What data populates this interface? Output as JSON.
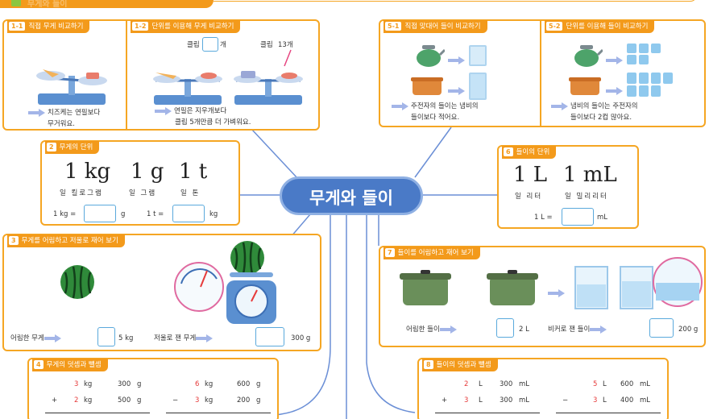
{
  "header": {
    "title": "무게와 들이"
  },
  "center": {
    "label": "무게와 들이"
  },
  "s1_1": {
    "num": "1-1",
    "title": "직접 무게 비교하기",
    "text1": "치즈케는 연필보다",
    "text2": "무거워요."
  },
  "s1_2": {
    "num": "1-2",
    "title": "단위를 이용해 무게 비교하기",
    "clip_label1": "클립",
    "unit1": "개",
    "clip_label2": "클립",
    "count2": "13개",
    "text1": "연필은 지우개보다",
    "text2": "클립 5개만큼 더 가벼워요."
  },
  "s5_1": {
    "num": "5-1",
    "title": "직접 맞대어 들이 비교하기",
    "text1": "주전자의 들이는 냄비의",
    "text2": "들이보다 적어요."
  },
  "s5_2": {
    "num": "5-2",
    "title": "단위를 이용해 들이 비교하기",
    "text1": "냄비의 들이는 주전자의",
    "text2": "들이보다 2컵 많아요."
  },
  "s2": {
    "num": "2",
    "title": "무게의 단위",
    "units": [
      "1 kg",
      "1 g",
      "1 t"
    ],
    "readings": [
      "일 킬로그램",
      "일 그램",
      "일 톤"
    ],
    "eq1_left": "1 kg =",
    "eq1_unit": "g",
    "eq2_left": "1 t =",
    "eq2_unit": "kg"
  },
  "s6": {
    "num": "6",
    "title": "들이의 단위",
    "units": [
      "1 L",
      "1 mL"
    ],
    "readings": [
      "일 리터",
      "일 밀리리터"
    ],
    "eq_left": "1 L =",
    "eq_unit": "mL"
  },
  "s3": {
    "num": "3",
    "title": "무게를 어림하고 저울로 재어 보기",
    "est_label": "어림한 무게",
    "est_unit": "5 kg",
    "meas_label": "저울로 잰 무게",
    "meas_unit": "300 g"
  },
  "s7": {
    "num": "7",
    "title": "들이를 어림하고 재어 보기",
    "est_label": "어림한 들이",
    "est_unit": "2 L",
    "meas_label": "비커로 잰 들이",
    "meas_unit": "200 g"
  },
  "s4": {
    "num": "4",
    "title": "무게의 덧셈과 뺄셈",
    "add": {
      "r1": [
        "3",
        "kg",
        "300",
        "g"
      ],
      "r2": [
        "2",
        "kg",
        "500",
        "g"
      ],
      "op": "+"
    },
    "sub": {
      "r1": [
        "6",
        "kg",
        "600",
        "g"
      ],
      "r2": [
        "3",
        "kg",
        "200",
        "g"
      ],
      "op": "−"
    }
  },
  "s8": {
    "num": "8",
    "title": "들이의 덧셈과 뺄셈",
    "add": {
      "r1": [
        "2",
        "L",
        "300",
        "mL"
      ],
      "r2": [
        "3",
        "L",
        "300",
        "mL"
      ],
      "op": "+"
    },
    "sub": {
      "r1": [
        "5",
        "L",
        "600",
        "mL"
      ],
      "r2": [
        "3",
        "L",
        "400",
        "mL"
      ],
      "op": "−"
    }
  },
  "colors": {
    "accent": "#f39a1b",
    "center": "#4a7ac7",
    "blank_border": "#5aa9dc",
    "line": "#6b8fd6",
    "red_digit": "#e63b3b"
  }
}
